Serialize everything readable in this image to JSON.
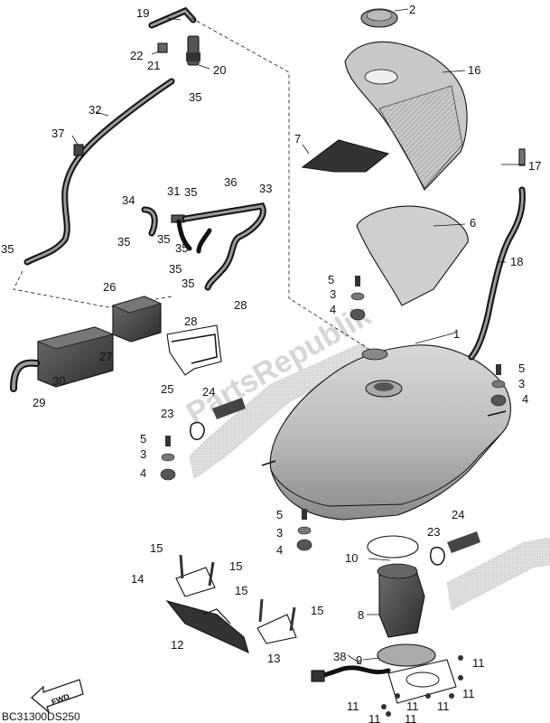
{
  "diagram": {
    "code": "BC31300DS250",
    "watermark": "PartsRepublik",
    "fwd_text": "FWD",
    "callouts": {
      "c1": "1",
      "c2": "2",
      "c3a": "3",
      "c3b": "3",
      "c3c": "3",
      "c3d": "3",
      "c4a": "4",
      "c4b": "4",
      "c4c": "4",
      "c4d": "4",
      "c5a": "5",
      "c5b": "5",
      "c5c": "5",
      "c5d": "5",
      "c6": "6",
      "c7": "7",
      "c8": "8",
      "c9": "9",
      "c10": "10",
      "c11a": "11",
      "c11b": "11",
      "c11c": "11",
      "c11d": "11",
      "c11e": "11",
      "c11f": "11",
      "c11g": "11",
      "c12": "12",
      "c13": "13",
      "c14": "14",
      "c15a": "15",
      "c15b": "15",
      "c15c": "15",
      "c15d": "15",
      "c16": "16",
      "c17": "17",
      "c18": "18",
      "c19": "19",
      "c20": "20",
      "c21": "21",
      "c22": "22",
      "c23a": "23",
      "c23b": "23",
      "c24a": "24",
      "c24b": "24",
      "c25": "25",
      "c26": "26",
      "c27": "27",
      "c28a": "28",
      "c28b": "28",
      "c29": "29",
      "c30": "30",
      "c31": "31",
      "c32": "32",
      "c33": "33",
      "c34": "34",
      "c35a": "35",
      "c35b": "35",
      "c35c": "35",
      "c35d": "35",
      "c35e": "35",
      "c35f": "35",
      "c35g": "35",
      "c35h": "35",
      "c36": "36",
      "c37": "37",
      "c38": "38"
    }
  }
}
